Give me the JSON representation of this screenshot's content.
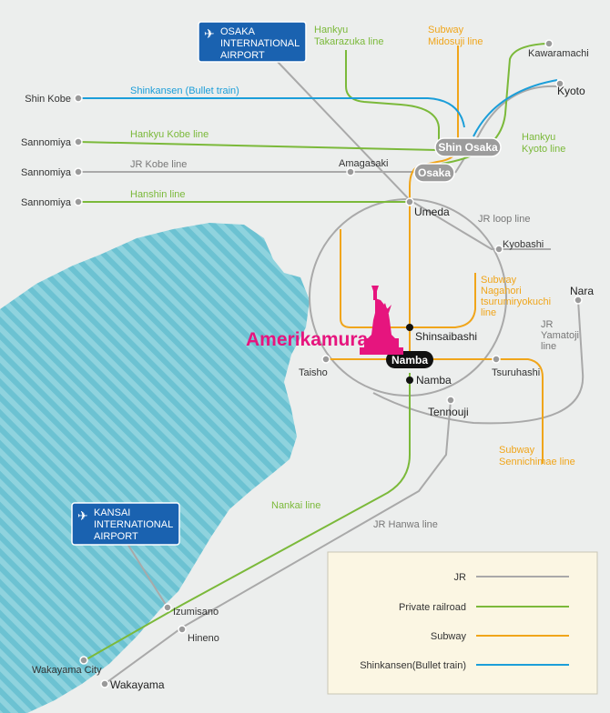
{
  "airports": {
    "osaka": [
      "OSAKA",
      "INTERNATIONAL",
      "AIRPORT"
    ],
    "kansai": [
      "KANSAI",
      "INTERNATIONAL",
      "AIRPORT"
    ]
  },
  "lines": {
    "shinkansen": "Shinkansen (Bullet train)",
    "hankyu_takarazuka": [
      "Hankyu",
      "Takarazuka line"
    ],
    "subway_midosuji": [
      "Subway",
      "Midosuji line"
    ],
    "hankyu_kobe": "Hankyu Kobe line",
    "jr_kobe": "JR Kobe line",
    "hanshin": "Hanshin line",
    "hankyu_kyoto": [
      "Hankyu",
      "Kyoto line"
    ],
    "jr_loop": "JR loop line",
    "subway_nagahori": [
      "Subway",
      "Nagahori",
      "tsurumiryokuchi",
      "line"
    ],
    "jr_yamatoji": [
      "JR",
      "Yamatoji",
      "line"
    ],
    "subway_sennichimae": [
      "Subway",
      "Sennichimae line"
    ],
    "nankai": "Nankai line",
    "jr_hanwa": "JR Hanwa line"
  },
  "stations": {
    "shin_kobe": "Shin Kobe",
    "sannomiya_1": "Sannomiya",
    "sannomiya_2": "Sannomiya",
    "sannomiya_3": "Sannomiya",
    "kawaramachi": "Kawaramachi",
    "kyoto": "Kyoto",
    "shin_osaka": "Shin Osaka",
    "osaka": "Osaka",
    "amagasaki": "Amagasaki",
    "umeda": "Umeda",
    "kyobashi": "Kyobashi",
    "nara": "Nara",
    "shinsaibashi": "Shinsaibashi",
    "namba_pill": "Namba",
    "namba": "Namba",
    "taisho": "Taisho",
    "tsuruhashi": "Tsuruhashi",
    "tennouji": "Tennouji",
    "izumisano": "Izumisano",
    "hineno": "Hineno",
    "wakayama_city": "Wakayama City",
    "wakayama": "Wakayama"
  },
  "highlight": "Amerikamura",
  "legend": [
    {
      "label": "JR",
      "color": "#a9a9a9"
    },
    {
      "label": "Private railroad",
      "color": "#7bb93a"
    },
    {
      "label": "Subway",
      "color": "#f0a51a"
    },
    {
      "label": "Shinkansen(Bullet train)",
      "color": "#1b9ed9"
    }
  ],
  "colors": {
    "jr": "#a9a9a9",
    "private": "#7bb93a",
    "subway": "#f0a51a",
    "shinkansen": "#1b9ed9",
    "sea": "#7ccbd8",
    "highlight": "#e6157e",
    "airport": "#1a62b0"
  }
}
